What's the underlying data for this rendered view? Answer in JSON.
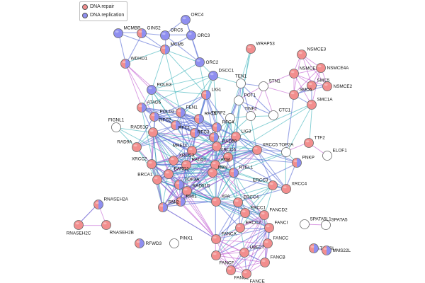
{
  "legend": {
    "items": [
      {
        "label": "DNA repair",
        "color": "#f28e8e"
      },
      {
        "label": "DNA replication",
        "color": "#8f8ff0"
      }
    ]
  },
  "colors": {
    "repair": "#f28e8e",
    "replication": "#8f8ff0",
    "none": "#ffffff",
    "node_stroke": "#666666",
    "edge_blue": "#5c6fd6",
    "edge_teal": "#35b0b8",
    "edge_magenta": "#c05ad0"
  },
  "nodes": [
    {
      "id": "MCMBP",
      "label": "MCMBP",
      "class": "replication"
    },
    {
      "id": "GINS2",
      "label": "GINS2",
      "class": "both"
    },
    {
      "id": "ORC4",
      "label": "ORC4",
      "class": "replication"
    },
    {
      "id": "ORC5",
      "label": "ORC5",
      "class": "replication"
    },
    {
      "id": "ORC3",
      "label": "ORC3",
      "class": "replication"
    },
    {
      "id": "MCM5",
      "label": "MCM5",
      "class": "both"
    },
    {
      "id": "WDHD1",
      "label": "WDHD1",
      "class": "both"
    },
    {
      "id": "ORC2",
      "label": "ORC2",
      "class": "replication"
    },
    {
      "id": "WRAP53",
      "label": "WRAP53",
      "class": "repair"
    },
    {
      "id": "NSMCE3",
      "label": "NSMCE3",
      "class": "repair"
    },
    {
      "id": "NSMCE1",
      "label": "NSMCE1",
      "class": "repair"
    },
    {
      "id": "NSMCE4A",
      "label": "NSMCE4A",
      "class": "repair"
    },
    {
      "id": "SMC5",
      "label": "SMC5",
      "class": "repair"
    },
    {
      "id": "NSMCE2",
      "label": "NSMCE2",
      "class": "repair"
    },
    {
      "id": "SMC6",
      "label": "SMC6",
      "class": "repair"
    },
    {
      "id": "SMC1A",
      "label": "SMC1A",
      "class": "repair"
    },
    {
      "id": "DSCC1",
      "label": "DSCC1",
      "class": "replication"
    },
    {
      "id": "TEN1",
      "label": "TEN1",
      "class": "none"
    },
    {
      "id": "STN1",
      "label": "STN1",
      "class": "none"
    },
    {
      "id": "POLE3",
      "label": "POLE3",
      "class": "replication"
    },
    {
      "id": "LIG1",
      "label": "LIG1",
      "class": "both"
    },
    {
      "id": "POT1",
      "label": "POT1",
      "class": "none"
    },
    {
      "id": "CTC1",
      "label": "CTC1",
      "class": "none"
    },
    {
      "id": "TINF2",
      "label": "TINF2",
      "class": "none"
    },
    {
      "id": "TERF2",
      "label": "TERF2",
      "class": "none"
    },
    {
      "id": "ATAD5",
      "label": "ATAD5",
      "class": "both"
    },
    {
      "id": "POLD2",
      "label": "POLD2",
      "class": "both"
    },
    {
      "id": "FEN1",
      "label": "FEN1",
      "class": "both"
    },
    {
      "id": "RFC5",
      "label": "RFC5",
      "class": "both"
    },
    {
      "id": "RFC2",
      "label": "RFC2",
      "class": "both"
    },
    {
      "id": "RFC4",
      "label": "RFC4",
      "class": "both"
    },
    {
      "id": "RFC1",
      "label": "RFC1",
      "class": "both"
    },
    {
      "id": "RFC3",
      "label": "RFC3",
      "class": "both"
    },
    {
      "id": "RAD51C",
      "label": "RAD51C",
      "class": "repair"
    },
    {
      "id": "LIG3",
      "label": "LIG3",
      "class": "repair"
    },
    {
      "id": "FIGNL1",
      "label": "FIGNL1",
      "class": "none"
    },
    {
      "id": "TTF2",
      "label": "TTF2",
      "class": "repair"
    },
    {
      "id": "TOP2A",
      "label": "TOP2A",
      "class": "none"
    },
    {
      "id": "ELOF1",
      "label": "ELOF1",
      "class": "none"
    },
    {
      "id": "RAD9A",
      "label": "RAD9A",
      "class": "repair"
    },
    {
      "id": "MRE11",
      "label": "MRE11",
      "class": "repair"
    },
    {
      "id": "RAD50",
      "label": "RAD50",
      "class": "repair"
    },
    {
      "id": "XRCC5",
      "label": "XRCC5",
      "class": "repair"
    },
    {
      "id": "PNKP",
      "label": "PNKP",
      "class": "both"
    },
    {
      "id": "XRCC6",
      "label": "XRCC6",
      "class": "repair"
    },
    {
      "id": "ATM",
      "label": "ATM",
      "class": "repair"
    },
    {
      "id": "XRCC2",
      "label": "XRCC2",
      "class": "repair"
    },
    {
      "id": "XRCC3",
      "label": "XRCC3",
      "class": "repair"
    },
    {
      "id": "RAD51",
      "label": "RAD51",
      "class": "repair"
    },
    {
      "id": "BARD1",
      "label": "BARD1",
      "class": "repair"
    },
    {
      "id": "NBN",
      "label": "NBN",
      "class": "repair"
    },
    {
      "id": "RTEL1",
      "label": "RTEL1",
      "class": "both"
    },
    {
      "id": "BRCA1",
      "label": "BRCA1",
      "class": "repair"
    },
    {
      "id": "TOP3A",
      "label": "TOP3A",
      "class": "both"
    },
    {
      "id": "RAD51D",
      "label": "RAD51D",
      "class": "repair"
    },
    {
      "id": "ERCC3",
      "label": "ERCC3",
      "class": "repair"
    },
    {
      "id": "XRCC4",
      "label": "XRCC4",
      "class": "repair"
    },
    {
      "id": "RMI1",
      "label": "RMI1",
      "class": "both"
    },
    {
      "id": "RMI2",
      "label": "RMI2",
      "class": "both"
    },
    {
      "id": "XPA",
      "label": "XPA",
      "class": "repair"
    },
    {
      "id": "ERCC4",
      "label": "ERCC4",
      "class": "repair"
    },
    {
      "id": "ERCC1",
      "label": "ERCC1",
      "class": "repair"
    },
    {
      "id": "FANCD2",
      "label": "FANCD2",
      "class": "repair"
    },
    {
      "id": "RNASEH2A",
      "label": "RNASEH2A",
      "class": "both"
    },
    {
      "id": "RNASEH2C",
      "label": "RNASEH2C",
      "class": "repair"
    },
    {
      "id": "RNASEH2B",
      "label": "RNASEH2B",
      "class": "repair"
    },
    {
      "id": "SPATA5L1",
      "label": "SPATA5L1",
      "class": "none"
    },
    {
      "id": "SPATA5",
      "label": "SPATA5",
      "class": "none"
    },
    {
      "id": "FANCI",
      "label": "FANCI",
      "class": "repair"
    },
    {
      "id": "ERCC2",
      "label": "ERCC2",
      "class": "repair"
    },
    {
      "id": "FANCC",
      "label": "FANCC",
      "class": "repair"
    },
    {
      "id": "RFWD3",
      "label": "RFWD3",
      "class": "both"
    },
    {
      "id": "PINX1",
      "label": "PINX1",
      "class": "none"
    },
    {
      "id": "FANCA",
      "label": "FANCA",
      "class": "repair"
    },
    {
      "id": "FANCF",
      "label": "FANCF",
      "class": "repair"
    },
    {
      "id": "UBE2T",
      "label": "UBE2T",
      "class": "repair"
    },
    {
      "id": "FANCB",
      "label": "FANCB",
      "class": "repair"
    },
    {
      "id": "FANCL",
      "label": "FANCL",
      "class": "repair"
    },
    {
      "id": "FANCE",
      "label": "FANCE",
      "class": "repair"
    },
    {
      "id": "TONSL",
      "label": "TONSL",
      "class": "both"
    },
    {
      "id": "MMS22L",
      "label": "MMS22L",
      "class": "both"
    }
  ]
}
